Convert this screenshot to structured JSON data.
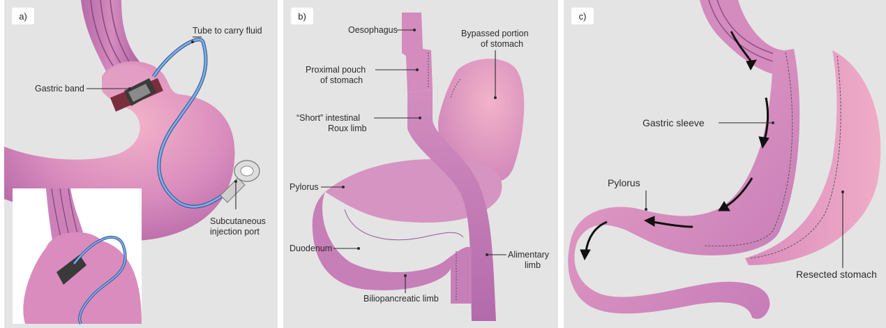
{
  "colors": {
    "background": "#e4e4e4",
    "tissue_light": "#f0a8c2",
    "tissue_mid": "#d889bb",
    "tissue_dark": "#b46aa8",
    "band": "#3a3a3a",
    "tube": "#5d8fd6"
  },
  "panel_a": {
    "tag": "a)",
    "labels": {
      "tube": "Tube to carry fluid",
      "band": "Gastric band",
      "port_line1": "Subcutaneous",
      "port_line2": "injection port"
    }
  },
  "panel_b": {
    "tag": "b)",
    "labels": {
      "oesophagus": "Oesophagus",
      "bypassed_line1": "Bypassed portion",
      "bypassed_line2": "of stomach",
      "pouch_line1": "Proximal pouch",
      "pouch_line2": "of stomach",
      "roux_line1": "“Short” intestinal",
      "roux_line2": "Roux limb",
      "pylorus": "Pylorus",
      "duodenum": "Duodenum",
      "alimentary_line1": "Alimentary",
      "alimentary_line2": "limb",
      "biliopancreatic": "Biliopancreatic limb"
    }
  },
  "panel_c": {
    "tag": "c)",
    "labels": {
      "sleeve": "Gastric sleeve",
      "pylorus": "Pylorus",
      "resected": "Resected stomach"
    }
  }
}
